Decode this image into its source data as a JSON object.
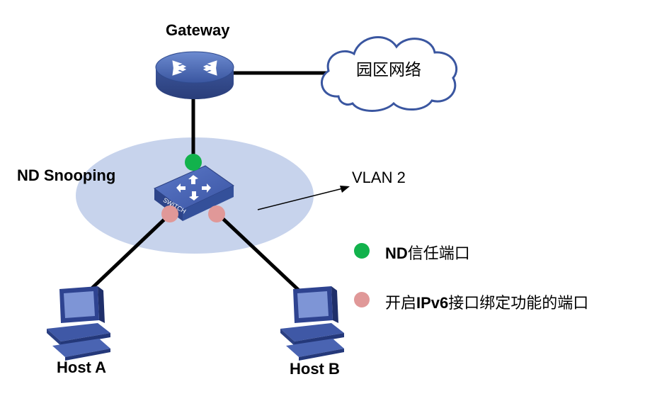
{
  "nodes": {
    "gateway": "Gateway",
    "cloud": "园区网络",
    "snooping": "ND Snooping",
    "vlan": "VLAN 2",
    "host_a": "Host A",
    "host_b": "Host B",
    "switch_text": "SWITCH"
  },
  "legend": {
    "trusted_prefix": "ND",
    "trusted_suffix": "信任端口",
    "binding_prefix": "开启",
    "binding_bold": "IPv6",
    "binding_suffix": "接口绑定功能的端口"
  },
  "colors": {
    "vlan_area": "#c7d3ec",
    "router": "#4f6fb3",
    "switch": "#3e57a8",
    "trusted_port": "#12b24c",
    "binding_port": "#e09898",
    "host": "#3a4f9a"
  }
}
